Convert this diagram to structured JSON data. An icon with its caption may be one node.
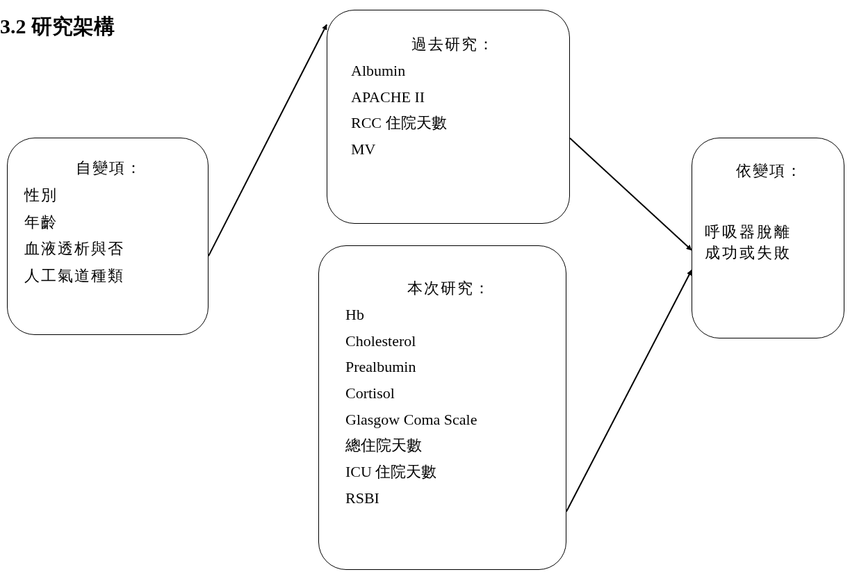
{
  "diagram": {
    "title": "3.2 研究架構",
    "nodes": [
      {
        "text": [
          "自變項：",
          "性別",
          "年齡",
          "血液透析與否",
          "人工氣道種類"
        ]
      },
      {
        "text": [
          "過去研究：",
          "Albumin",
          "APACHE II",
          "RCC 住院天數",
          "MV"
        ]
      },
      {
        "text": [
          "本次研究：",
          "Hb",
          "Cholesterol",
          "Prealbumin",
          "Cortisol",
          "Glasgow Coma Scale",
          "總住院天數",
          "ICU 住院天數",
          "RSBI"
        ]
      },
      {
        "text": [
          "依變項：",
          "呼吸器脫離成功或失敗"
        ]
      }
    ],
    "edges": [
      {
        "from": 0,
        "to": 1,
        "arrow": "to"
      },
      {
        "from": 1,
        "to": 3,
        "arrow": "to"
      },
      {
        "from": 2,
        "to": 3,
        "arrow": "to"
      }
    ]
  }
}
